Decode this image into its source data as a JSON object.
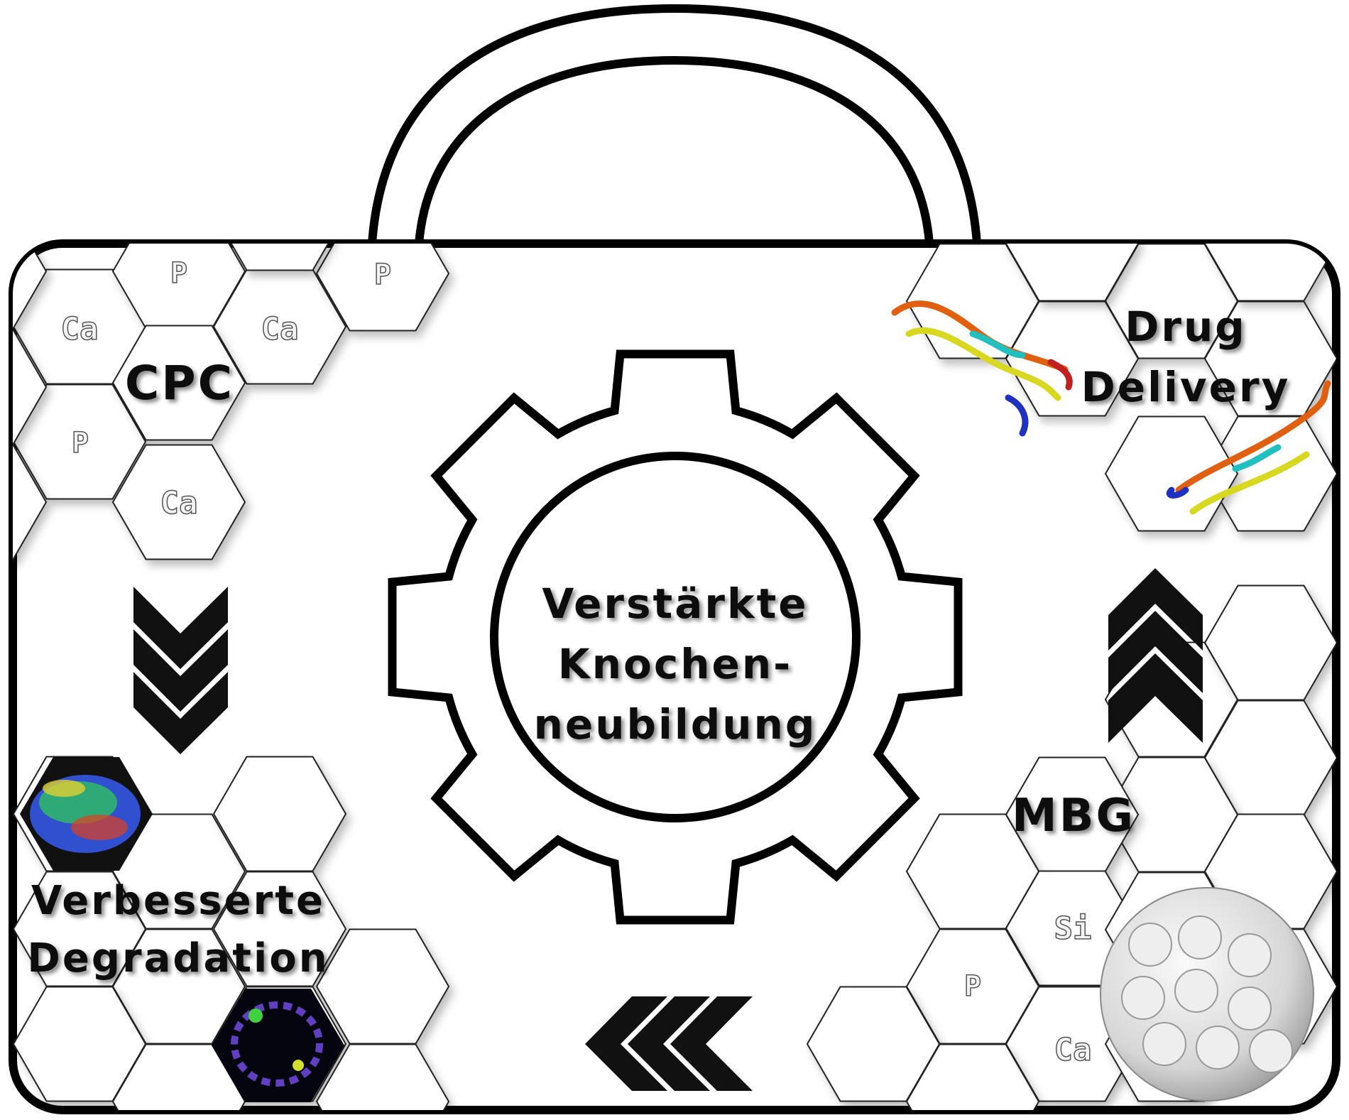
{
  "center": {
    "line1": "Verstärkte",
    "line2": "Knochen-",
    "line3": "neubildung"
  },
  "labels": {
    "cpc": "CPC",
    "drug_line1": "Drug",
    "drug_line2": "Delivery",
    "mbg": "MBG",
    "degradation_line1": "Verbesserte",
    "degradation_line2": "Degradation"
  },
  "elements": {
    "cpc": [
      "Ca",
      "P",
      "Ca",
      "P",
      "P",
      "Ca"
    ],
    "mbg": [
      "Si",
      "P",
      "Ca"
    ]
  },
  "icons": [
    "gear-icon",
    "chevron-down-icon",
    "chevron-up-icon",
    "chevron-left-icon",
    "protein-structure-icon",
    "mesoporous-sphere-icon"
  ],
  "colors": {
    "outline": "#000000",
    "background": "#ffffff"
  }
}
